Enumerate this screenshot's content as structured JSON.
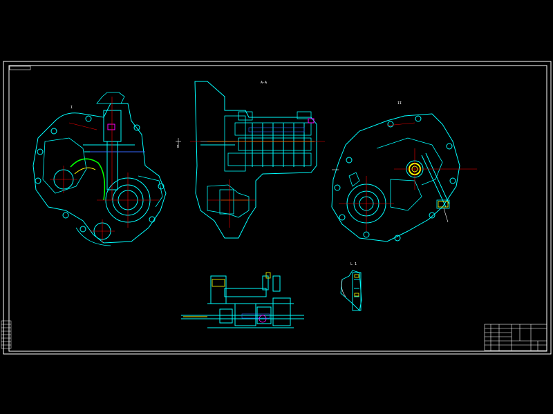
{
  "drawing": {
    "sheet_tag": "",
    "view_labels": {
      "front_left": "I",
      "section_aa": "A-A",
      "section_mark": "B",
      "rear_right": "II",
      "detail": "L 1"
    },
    "title_block": {
      "drawing_name": "",
      "code": "",
      "rows": []
    },
    "colors": {
      "background": "#000000",
      "frame": "#ffffff",
      "outline": "#00ffff",
      "center": "#ff0000",
      "accent_green": "#00ff00",
      "accent_yellow": "#ffff00",
      "accent_magenta": "#ff00ff",
      "accent_blue": "#3366ff"
    }
  }
}
